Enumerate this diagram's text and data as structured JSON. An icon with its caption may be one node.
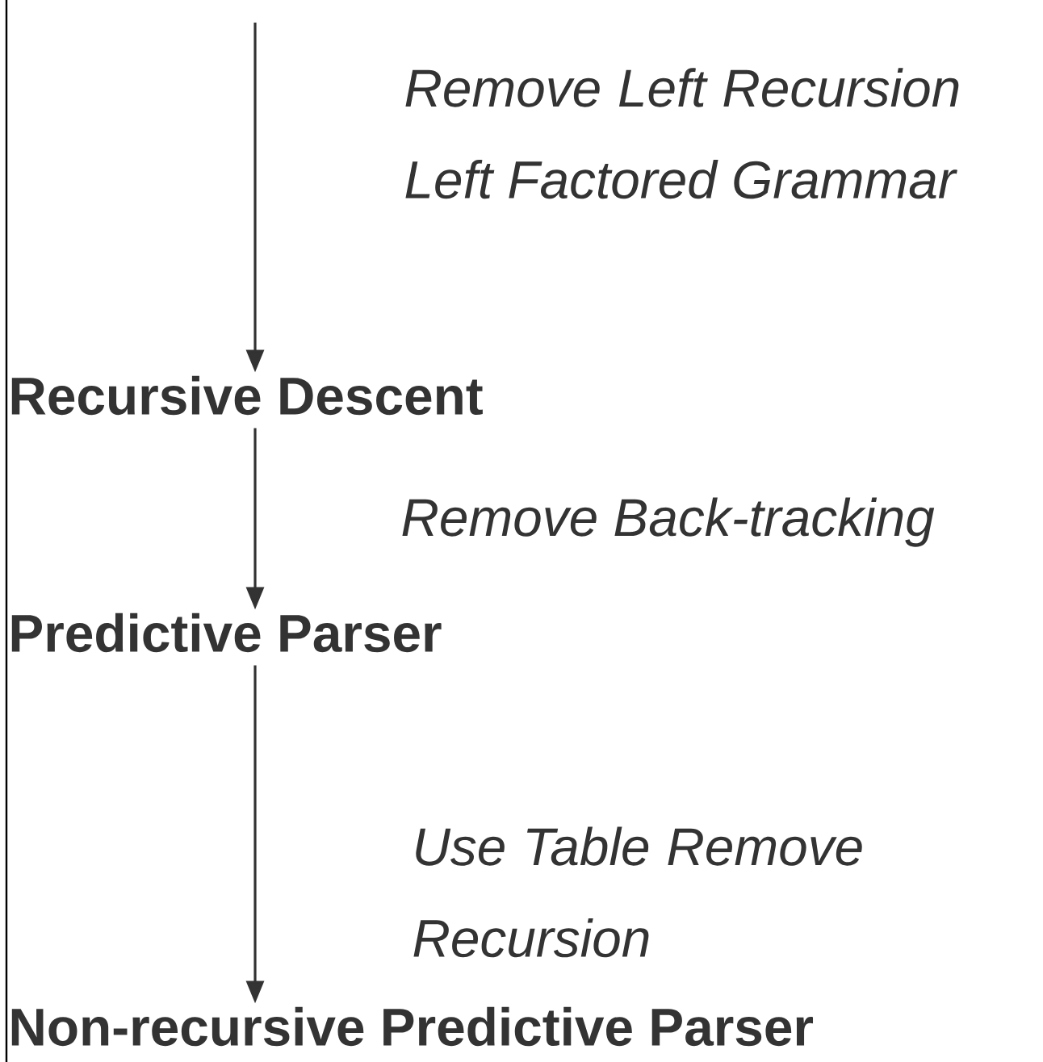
{
  "diagram": {
    "nodes": [
      {
        "text": [
          "Recursive Descent"
        ]
      },
      {
        "text": [
          "Predictive Parser"
        ]
      },
      {
        "text": [
          "Non-recursive Predictive Parser"
        ]
      }
    ],
    "edges": [
      {
        "from": null,
        "to": 0,
        "arrow": "to",
        "label": "Remove Left Recursion Left Factored Grammar"
      },
      {
        "from": 0,
        "to": 1,
        "arrow": "to",
        "label": "Remove Back-tracking"
      },
      {
        "from": 1,
        "to": 2,
        "arrow": "to",
        "label": "Use Table Remove Recursion"
      }
    ]
  }
}
